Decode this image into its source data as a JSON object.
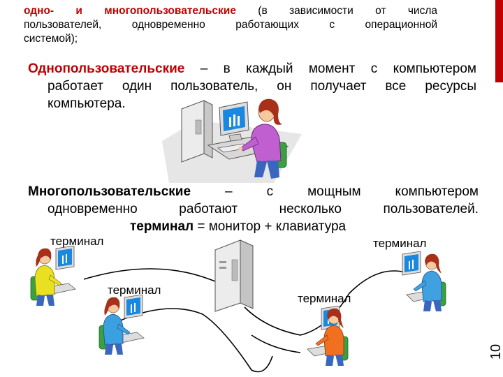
{
  "slide": {
    "number": "10",
    "accent": "#c00000"
  },
  "intro": {
    "term": "одно- и многопользовательские",
    "rest_line1": " (в зависимости от числа",
    "line2": "пользователей, одновременно работающих с операционной",
    "line3": "системой);"
  },
  "single": {
    "term": "Однопользовательские",
    "line1_rest": " – в каждый момент с компьютером",
    "line2": "работает один пользователь, он получает все ресурсы",
    "line3": "компьютера."
  },
  "multi": {
    "term": "Многопользовательские",
    "line1_rest": " – с мощным компьютером",
    "line2": "одновременно работают несколько пользователей.",
    "def_term": "терминал",
    "def_rest": " = монитор + клавиатура"
  },
  "labels": {
    "terminal_top_left": "терминал",
    "terminal_top_right": "терминал",
    "terminal_mid_left": "терминал",
    "terminal_mid_right": "терминал"
  },
  "illustration": {
    "shirt_colors": [
      "#c060d0",
      "#e8e020",
      "#f07020",
      "#3aa0e0",
      "#40a0e0"
    ],
    "chair_color": "#3aa040",
    "hair_color": "#a83018"
  }
}
